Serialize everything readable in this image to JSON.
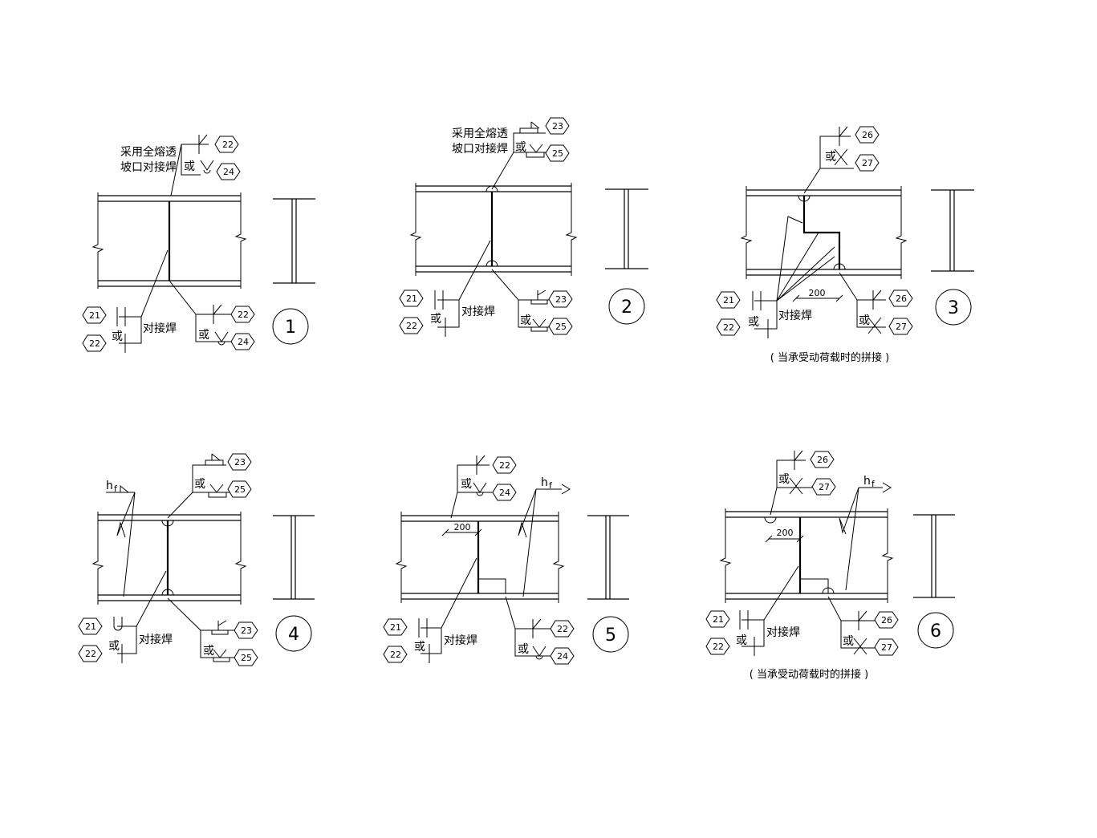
{
  "labels": {
    "full_pen_line1": "采用全熔透",
    "full_pen_line2": "坡口对接焊",
    "butt_weld": "对接焊",
    "or": "或",
    "dyn_load_note": "( 当承受动荷载时的拼接 )",
    "dim_200": "200",
    "hf_h": "h",
    "hf_f": "f"
  },
  "details": [
    {
      "number": "1",
      "refs": [
        "21",
        "22",
        "22",
        "24",
        "22",
        "24"
      ]
    },
    {
      "number": "2",
      "refs": [
        "21",
        "22",
        "23",
        "25",
        "23",
        "25"
      ]
    },
    {
      "number": "3",
      "refs": [
        "21",
        "22",
        "26",
        "27",
        "26",
        "27"
      ]
    },
    {
      "number": "4",
      "refs": [
        "21",
        "22",
        "23",
        "25",
        "23",
        "25"
      ]
    },
    {
      "number": "5",
      "refs": [
        "21",
        "22",
        "22",
        "24",
        "22",
        "24"
      ]
    },
    {
      "number": "6",
      "refs": [
        "21",
        "22",
        "26",
        "27",
        "26",
        "27"
      ]
    }
  ],
  "colors": {
    "line": "#000000",
    "background": "#ffffff"
  }
}
